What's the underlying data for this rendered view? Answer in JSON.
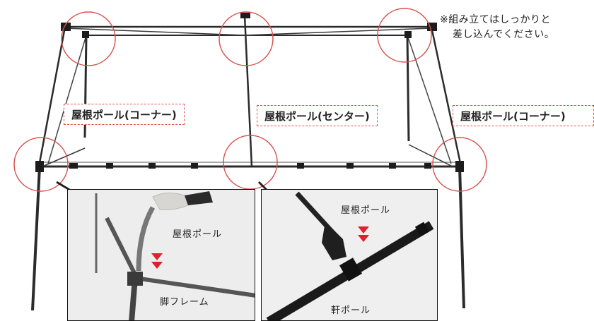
{
  "note": {
    "line1": "※組み立てはしっかりと",
    "line2": "差し込んでください。"
  },
  "callouts": {
    "left": "屋根ポール(コーナー)",
    "center": "屋根ポール(センター)",
    "right": "屋根ポール(コーナー)"
  },
  "inset_left": {
    "top_label": "屋根ポール",
    "bottom_label": "脚フレーム"
  },
  "inset_right": {
    "top_label": "屋根ポール",
    "bottom_label": "軒ポール"
  },
  "colors": {
    "highlight": "#d9534f",
    "arrow": "#e0202a",
    "frame": "#2b2b2b"
  }
}
